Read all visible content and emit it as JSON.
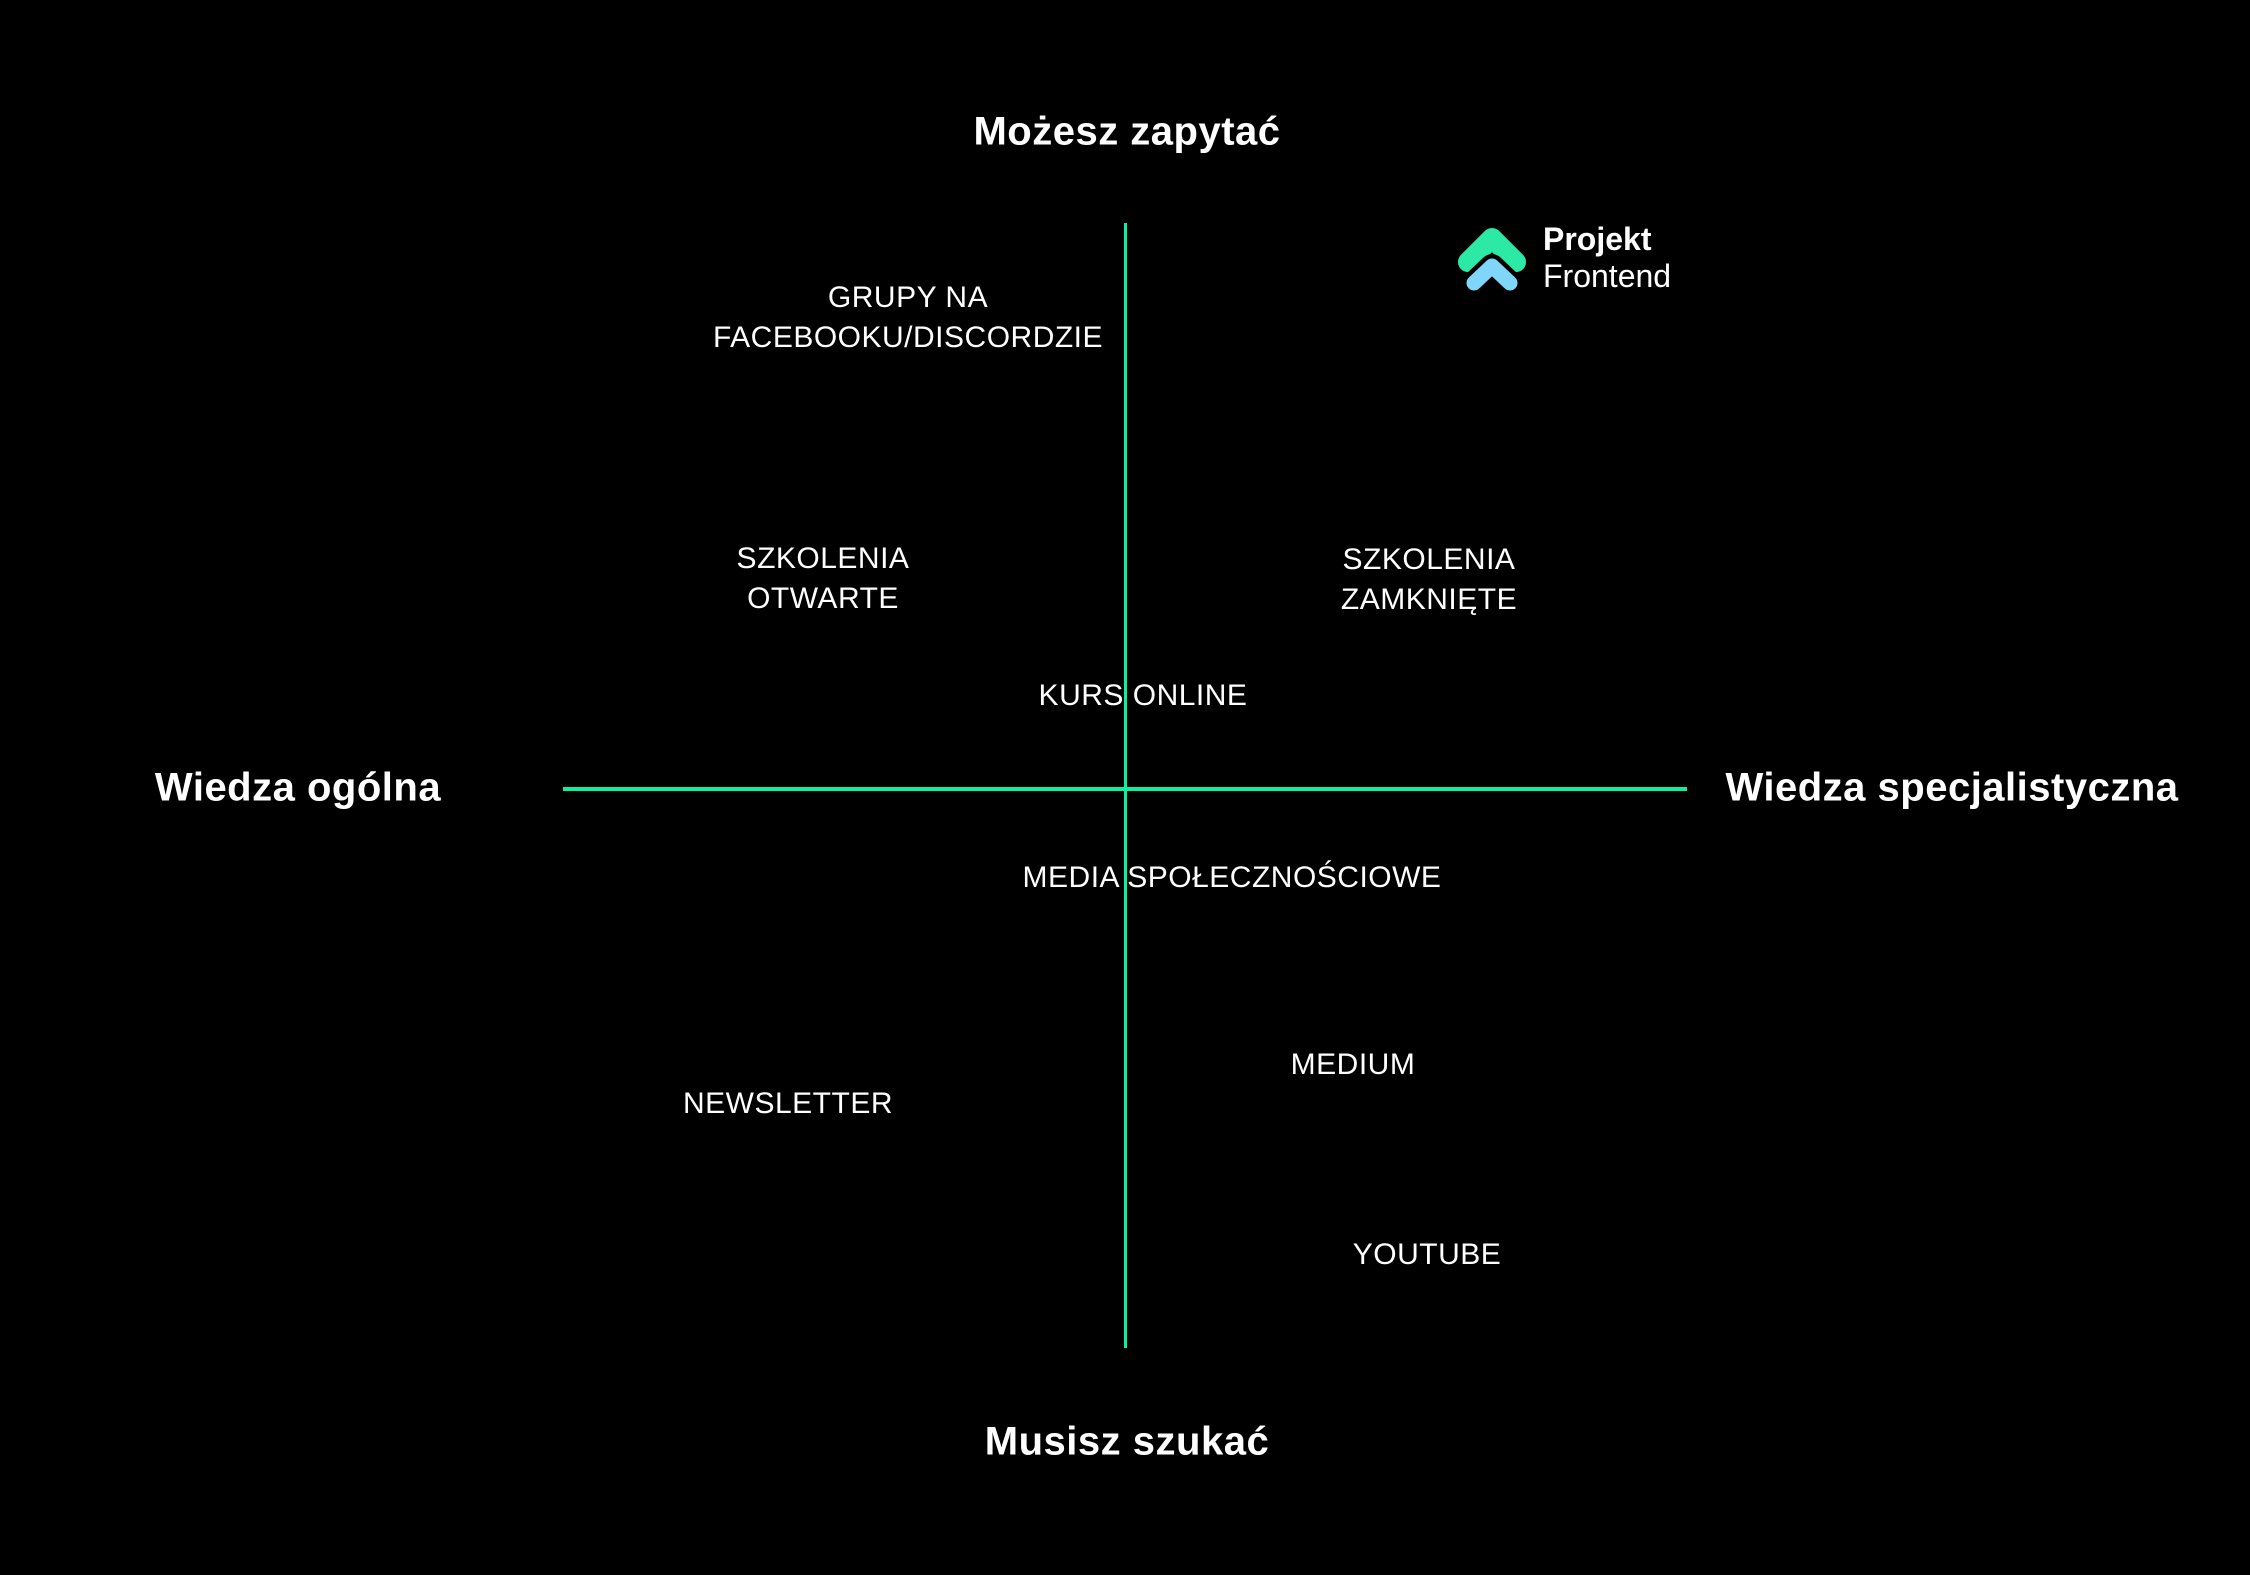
{
  "page": {
    "type": "quadrant-diagram",
    "language": "pl"
  },
  "colors": {
    "background": "#000000",
    "axis": "#0bf0a2",
    "text": "#ffffff",
    "logo_mark_green": "#2de9a6",
    "logo_mark_blue": "#7fd6f8"
  },
  "axes": {
    "top_label": "Możesz zapytać",
    "bottom_label": "Musisz szukać",
    "left_label": "Wiedza ogólna",
    "right_label": "Wiedza specjalistyczna"
  },
  "logo": {
    "name_top": "Projekt",
    "name_bottom": "Frontend"
  },
  "items": {
    "facebook_discord_groups": "GRUPY NA\nFACEBOOKU/DISCORDZIE",
    "open_trainings": "SZKOLENIA\nOTWARTE",
    "closed_trainings": "SZKOLENIA\nZAMKNIĘTE",
    "online_course": "KURS ONLINE",
    "social_media": "MEDIA SPOŁECZNOŚCIOWE",
    "newsletter": "NEWSLETTER",
    "medium": "MEDIUM",
    "youtube": "YOUTUBE"
  },
  "quadrants": {
    "top_left": [
      "GRUPY NA FACEBOOKU/DISCORDZIE",
      "SZKOLENIA OTWARTE"
    ],
    "top_right": [
      "SZKOLENIA ZAMKNIĘTE"
    ],
    "center": [
      "KURS ONLINE",
      "MEDIA SPOŁECZNOŚCIOWE"
    ],
    "bottom_left": [
      "NEWSLETTER"
    ],
    "bottom_right": [
      "MEDIUM",
      "YOUTUBE"
    ]
  }
}
